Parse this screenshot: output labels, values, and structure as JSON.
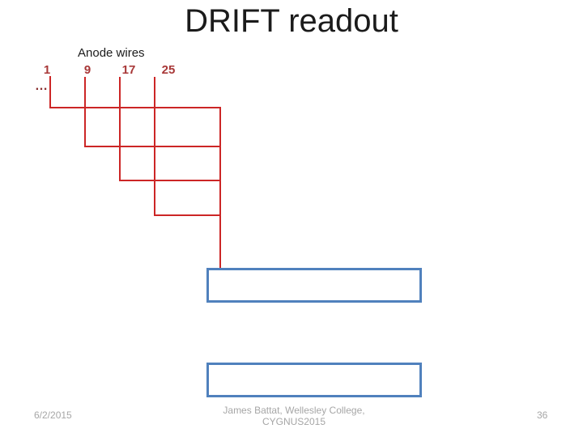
{
  "slide": {
    "title": "DRIFT readout",
    "diagram": {
      "label": "Anode wires",
      "wire_numbers": [
        "1",
        "9",
        "17",
        "25"
      ],
      "ellipsis": "…",
      "wire_line_color": "#cc2626",
      "wire_number_color": "#a83838",
      "readout_box_border_color": "#5081bd",
      "readout_box_count": 2
    },
    "footer": {
      "date": "6/2/2015",
      "credit_line1": "James Battat, Wellesley College,",
      "credit_line2": "CYGNUS2015",
      "page_number": "36",
      "text_color": "#a6a6a6"
    }
  }
}
